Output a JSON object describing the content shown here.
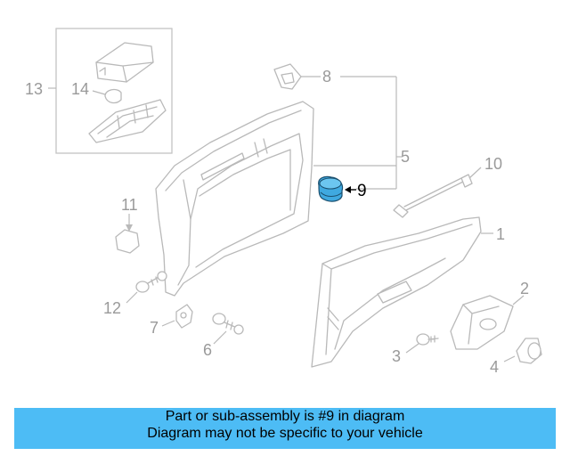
{
  "callouts": {
    "c1": "1",
    "c2": "2",
    "c3": "3",
    "c4": "4",
    "c5": "5",
    "c6": "6",
    "c7": "7",
    "c8": "8",
    "c9": "9",
    "c10": "10",
    "c11": "11",
    "c12": "12",
    "c13": "13",
    "c14": "14"
  },
  "highlight_part": "9",
  "colors": {
    "highlight_part_fill": "#3fa9e0",
    "banner_background": "#4dbcf5",
    "line_art": "#b9b9b9",
    "callout_text": "#9a9a9a"
  },
  "banner": {
    "line1": "Part or sub-assembly is #9 in diagram",
    "line2": "Diagram may not be specific to your vehicle"
  }
}
